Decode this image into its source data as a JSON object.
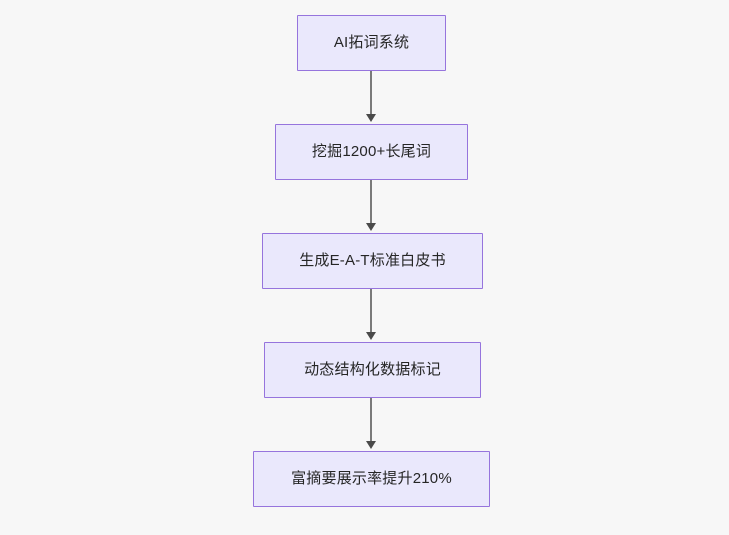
{
  "diagram": {
    "type": "flowchart",
    "direction": "top-to-bottom",
    "background_color": "#f7f7f7",
    "node_fill_color": "#eae8fc",
    "node_border_color": "#9674dd",
    "node_text_color": "#262626",
    "edge_color": "#7a7a7a",
    "arrowhead_color": "#4a4a4a",
    "nodes": [
      {
        "id": "n1",
        "label": "AI拓词系统"
      },
      {
        "id": "n2",
        "label": "挖掘1200+长尾词"
      },
      {
        "id": "n3",
        "label": "生成E-A-T标准白皮书"
      },
      {
        "id": "n4",
        "label": "动态结构化数据标记"
      },
      {
        "id": "n5",
        "label": "富摘要展示率提升210%"
      }
    ],
    "edges": [
      {
        "from": "n1",
        "to": "n2",
        "label": ""
      },
      {
        "from": "n2",
        "to": "n3",
        "label": ""
      },
      {
        "from": "n3",
        "to": "n4",
        "label": ""
      },
      {
        "from": "n4",
        "to": "n5",
        "label": ""
      }
    ]
  }
}
